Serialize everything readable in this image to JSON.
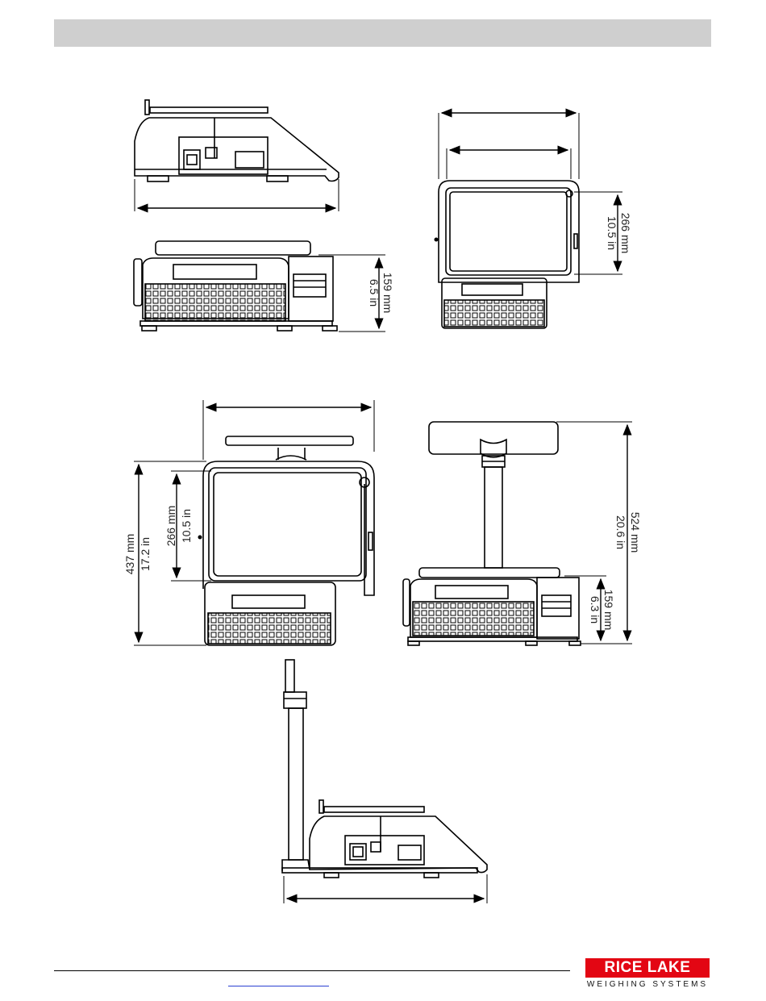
{
  "dimensions": {
    "top_right_height_mm": "266 mm",
    "top_right_height_in": "10.5 in",
    "front_height_mm": "159 mm",
    "front_height_in": "6.5 in",
    "tower_top_depth_mm": "437 mm",
    "tower_top_depth_in": "17.2 in",
    "tower_top_platter_mm": "266 mm",
    "tower_top_platter_in": "10.5 in",
    "tower_front_total_mm": "524 mm",
    "tower_front_total_in": "20.6 in",
    "tower_front_base_mm": "159 mm",
    "tower_front_base_in": "6.3 in"
  },
  "logo": {
    "brand": "RICE LAKE",
    "tagline": "WEIGHING SYSTEMS"
  },
  "colors": {
    "header_bar": "#cfcfcf",
    "brand_red": "#e30613",
    "link_blue": "#2a3fd1"
  }
}
